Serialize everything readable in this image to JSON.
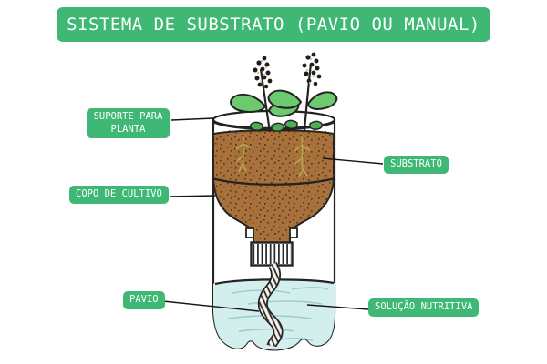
{
  "title": "SISTEMA DE SUBSTRATO (PAVIO OU MANUAL)",
  "labels": {
    "suporte_para_planta": {
      "line1": "SUPORTE PARA",
      "line2": "PLANTA"
    },
    "substrato": "SUBSTRATO",
    "copo_de_cultivo": "COPO DE CULTIVO",
    "pavio": "PAVIO",
    "solucao_nutritiva": "SOLUÇÃO NUTRITIVA"
  },
  "colors": {
    "accent_green": "#3eb874",
    "substrate_brown": "#a8713c",
    "solution_blue": "#d2efee",
    "leaf_green": "#6cc96e",
    "outline_ink": "#232323",
    "background": "#ffffff"
  },
  "diagram": {
    "parts": [
      "plant-support-cup",
      "substrate",
      "cultivation-cup",
      "bottle-cap",
      "wick",
      "nutrient-solution",
      "reservoir-bottle",
      "plants"
    ]
  }
}
